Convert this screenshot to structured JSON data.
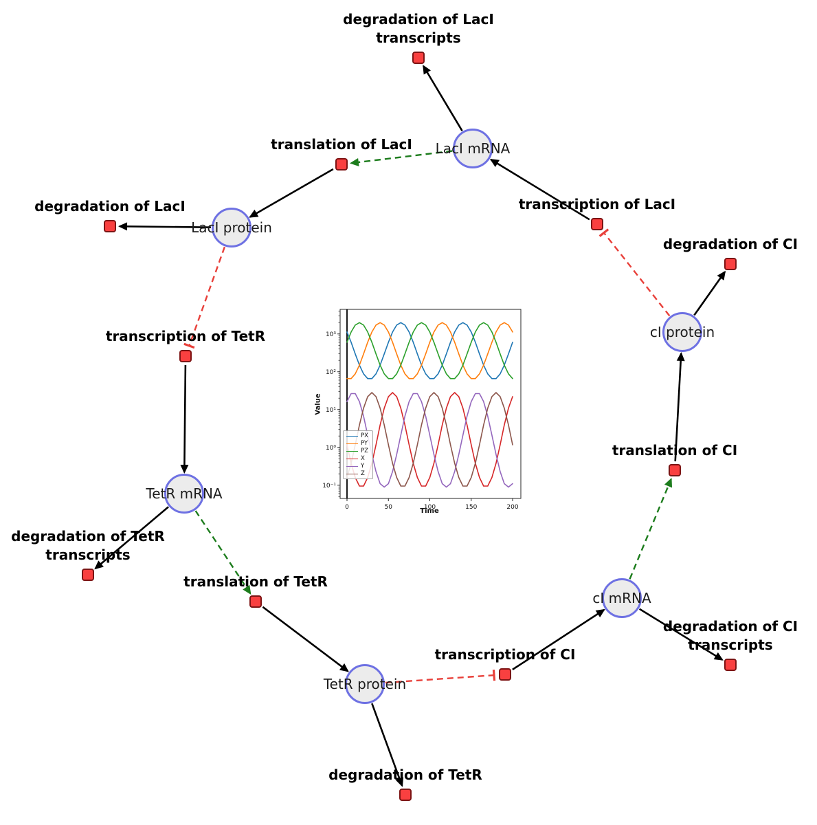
{
  "network": {
    "species": [
      {
        "label": "LacI mRNA"
      },
      {
        "label": "LacI protein"
      },
      {
        "label": "TetR mRNA"
      },
      {
        "label": "TetR protein"
      },
      {
        "label": "cI mRNA"
      },
      {
        "label": "cI protein"
      }
    ],
    "reactions": [
      {
        "label": "degradation of LacI transcripts"
      },
      {
        "label": "translation of LacI"
      },
      {
        "label": "transcription of LacI"
      },
      {
        "label": "degradation of LacI"
      },
      {
        "label": "transcription of TetR"
      },
      {
        "label": "degradation of TetR transcripts"
      },
      {
        "label": "translation of TetR"
      },
      {
        "label": "degradation of TetR"
      },
      {
        "label": "transcription of CI"
      },
      {
        "label": "degradation of CI transcripts"
      },
      {
        "label": "translation of CI"
      },
      {
        "label": "degradation of CI"
      }
    ],
    "edges": [
      {
        "from": "LacI mRNA",
        "to": "degradation of LacI transcripts",
        "type": "reactant"
      },
      {
        "from": "LacI mRNA",
        "to": "translation of LacI",
        "type": "modifier"
      },
      {
        "from": "translation of LacI",
        "to": "LacI protein",
        "type": "product"
      },
      {
        "from": "LacI protein",
        "to": "degradation of LacI",
        "type": "reactant"
      },
      {
        "from": "LacI protein",
        "to": "transcription of TetR",
        "type": "inhibitor"
      },
      {
        "from": "transcription of TetR",
        "to": "TetR mRNA",
        "type": "product"
      },
      {
        "from": "TetR mRNA",
        "to": "degradation of TetR transcripts",
        "type": "reactant"
      },
      {
        "from": "TetR mRNA",
        "to": "translation of TetR",
        "type": "modifier"
      },
      {
        "from": "translation of TetR",
        "to": "TetR protein",
        "type": "product"
      },
      {
        "from": "TetR protein",
        "to": "degradation of TetR",
        "type": "reactant"
      },
      {
        "from": "TetR protein",
        "to": "transcription of CI",
        "type": "inhibitor"
      },
      {
        "from": "transcription of CI",
        "to": "cI mRNA",
        "type": "product"
      },
      {
        "from": "cI mRNA",
        "to": "degradation of CI transcripts",
        "type": "reactant"
      },
      {
        "from": "cI mRNA",
        "to": "translation of CI",
        "type": "modifier"
      },
      {
        "from": "translation of CI",
        "to": "cI protein",
        "type": "product"
      },
      {
        "from": "cI protein",
        "to": "degradation of CI",
        "type": "reactant"
      },
      {
        "from": "cI protein",
        "to": "transcription of LacI",
        "type": "inhibitor"
      },
      {
        "from": "transcription of LacI",
        "to": "LacI mRNA",
        "type": "product"
      }
    ],
    "colors": {
      "species_fill": "#ececec",
      "species_border": "#6e71e3",
      "reaction_fill": "#f94040",
      "reaction_border": "#7c1414",
      "edge_reaction": "#000000",
      "edge_modifier": "#1c7c1c",
      "edge_inhibition": "#e8403a"
    }
  },
  "chart_data": {
    "type": "line",
    "title": "",
    "xlabel": "Time",
    "ylabel": "Value",
    "x_range": [
      0,
      200
    ],
    "x_ticks": [
      0,
      50,
      100,
      150,
      200
    ],
    "y_scale": "log",
    "y_range": [
      0.1,
      1000
    ],
    "y_tick_values": [
      0.1,
      1,
      10,
      100,
      1000
    ],
    "y_tick_labels": [
      "10⁻¹",
      "10⁰",
      "10¹",
      "10²",
      "10³"
    ],
    "legend_position": "lower left",
    "grid": false,
    "x": [
      0,
      5,
      10,
      15,
      20,
      25,
      30,
      35,
      40,
      45,
      50,
      55,
      60,
      65,
      70,
      75,
      80,
      85,
      90,
      95,
      100,
      105,
      110,
      115,
      120,
      125,
      130,
      135,
      140,
      145,
      150,
      155,
      160,
      165,
      170,
      175,
      180,
      185,
      190,
      195,
      200
    ],
    "series": [
      {
        "name": "PX",
        "color": "#1f77b4",
        "values": [
          1127,
          605,
          296,
          150,
          88,
          66,
          66,
          88,
          150,
          296,
          605,
          1127,
          1721,
          1995,
          1721,
          1127,
          605,
          296,
          150,
          88,
          66,
          66,
          88,
          150,
          296,
          605,
          1127,
          1721,
          1995,
          1721,
          1127,
          605,
          296,
          150,
          88,
          66,
          66,
          88,
          150,
          296,
          605
        ]
      },
      {
        "name": "PY",
        "color": "#ff7f0e",
        "values": [
          66,
          66,
          88,
          150,
          296,
          605,
          1127,
          1721,
          1995,
          1721,
          1127,
          605,
          296,
          150,
          88,
          66,
          66,
          88,
          150,
          296,
          605,
          1127,
          1721,
          1995,
          1721,
          1127,
          605,
          296,
          150,
          88,
          66,
          66,
          88,
          150,
          296,
          605,
          1127,
          1721,
          1995,
          1721,
          1127
        ]
      },
      {
        "name": "PZ",
        "color": "#2ca02c",
        "values": [
          605,
          1127,
          1721,
          1995,
          1721,
          1127,
          605,
          296,
          150,
          88,
          66,
          66,
          88,
          150,
          296,
          605,
          1127,
          1721,
          1995,
          1721,
          1127,
          605,
          296,
          150,
          88,
          66,
          66,
          88,
          150,
          296,
          605,
          1127,
          1721,
          1995,
          1721,
          1127,
          605,
          296,
          150,
          88,
          66
        ]
      },
      {
        "name": "X",
        "color": "#d62728",
        "values": [
          1.17,
          0.38,
          0.16,
          0.095,
          0.095,
          0.16,
          0.38,
          1.17,
          3.9,
          10.9,
          22,
          28.2,
          22,
          10.9,
          3.9,
          1.17,
          0.38,
          0.16,
          0.095,
          0.095,
          0.16,
          0.38,
          1.17,
          3.9,
          10.9,
          22,
          28.2,
          22,
          10.9,
          3.9,
          1.17,
          0.38,
          0.16,
          0.095,
          0.095,
          0.16,
          0.38,
          1.17,
          3.9,
          10.9,
          22
        ]
      },
      {
        "name": "Y",
        "color": "#9467bd",
        "values": [
          16.3,
          26.5,
          26.5,
          16.3,
          6.7,
          2.1,
          0.65,
          0.23,
          0.11,
          0.089,
          0.11,
          0.23,
          0.65,
          2.1,
          6.7,
          16.3,
          26.5,
          26.5,
          16.3,
          6.7,
          2.1,
          0.65,
          0.23,
          0.11,
          0.089,
          0.11,
          0.23,
          0.65,
          2.1,
          6.7,
          16.3,
          26.5,
          26.5,
          16.3,
          6.7,
          2.1,
          0.65,
          0.23,
          0.11,
          0.089,
          0.11
        ]
      },
      {
        "name": "Z",
        "color": "#8c564b",
        "values": [
          0.16,
          0.38,
          1.17,
          3.9,
          10.9,
          22,
          28.2,
          22,
          10.9,
          3.9,
          1.17,
          0.38,
          0.16,
          0.095,
          0.095,
          0.16,
          0.38,
          1.17,
          3.9,
          10.9,
          22,
          28.2,
          22,
          10.9,
          3.9,
          1.17,
          0.38,
          0.16,
          0.095,
          0.095,
          0.16,
          0.38,
          1.17,
          3.9,
          10.9,
          22,
          28.2,
          22,
          10.9,
          3.9,
          1.17
        ]
      }
    ],
    "annotations": [
      {
        "type": "vline",
        "x": 0,
        "color": "#000000"
      }
    ]
  }
}
